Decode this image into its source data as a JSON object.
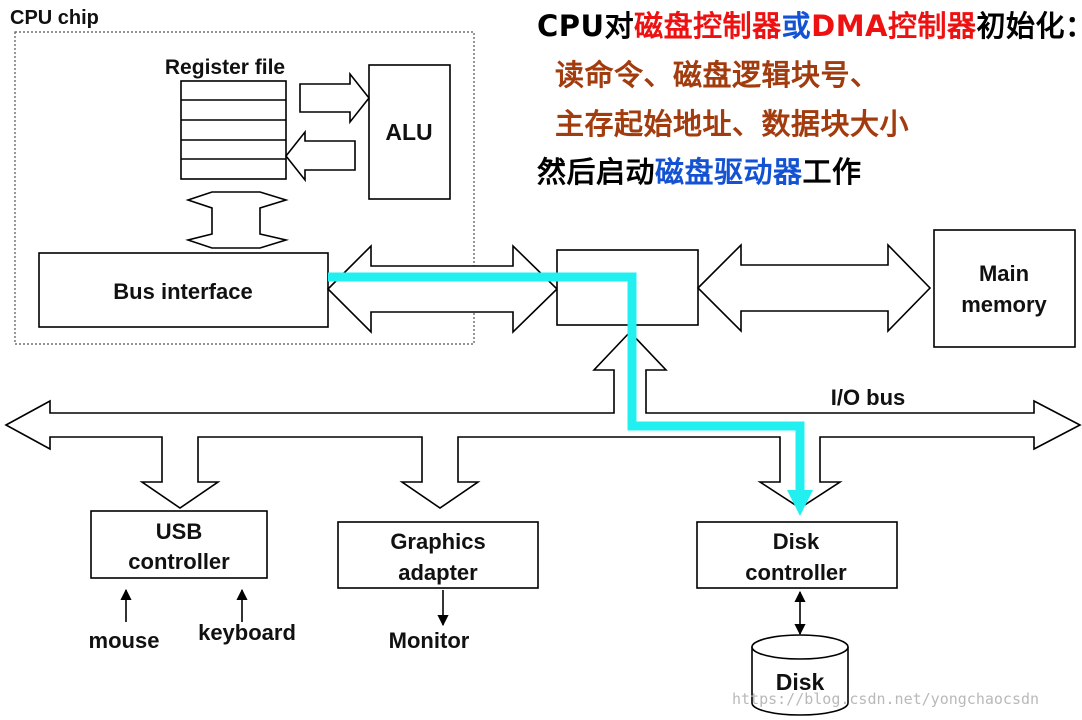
{
  "heading": {
    "line1": [
      {
        "text": "CPU对",
        "color": "black"
      },
      {
        "text": "磁盘控制器",
        "color": "red"
      },
      {
        "text": "或",
        "color": "blue"
      },
      {
        "text": "DMA控制器",
        "color": "red"
      },
      {
        "text": "初始化：",
        "color": "black"
      }
    ],
    "line2": "读命令、磁盘逻辑块号、",
    "line3": "主存起始地址、数据块大小",
    "line4": [
      {
        "text": "然后启动",
        "color": "black"
      },
      {
        "text": "磁盘驱动器",
        "color": "blue"
      },
      {
        "text": "工作",
        "color": "black"
      }
    ]
  },
  "diagram": {
    "cpu_chip": "CPU chip",
    "register_file": "Register file",
    "alu": "ALU",
    "bus_interface": "Bus interface",
    "main_memory": [
      "Main",
      "memory"
    ],
    "io_bus": "I/O bus",
    "usb_controller": [
      "USB",
      "controller"
    ],
    "graphics_adapter": [
      "Graphics",
      "adapter"
    ],
    "disk_controller": [
      "Disk",
      "controller"
    ],
    "mouse": "mouse",
    "keyboard": "keyboard",
    "monitor": "Monitor",
    "disk": "Disk"
  },
  "colors": {
    "black": "#000000",
    "red": "#ee1111",
    "blue": "#1452d4",
    "brown": "#a23c0e",
    "path": "#22f0f0"
  },
  "watermark": "https://blog.csdn.net/yongchaocsdn"
}
